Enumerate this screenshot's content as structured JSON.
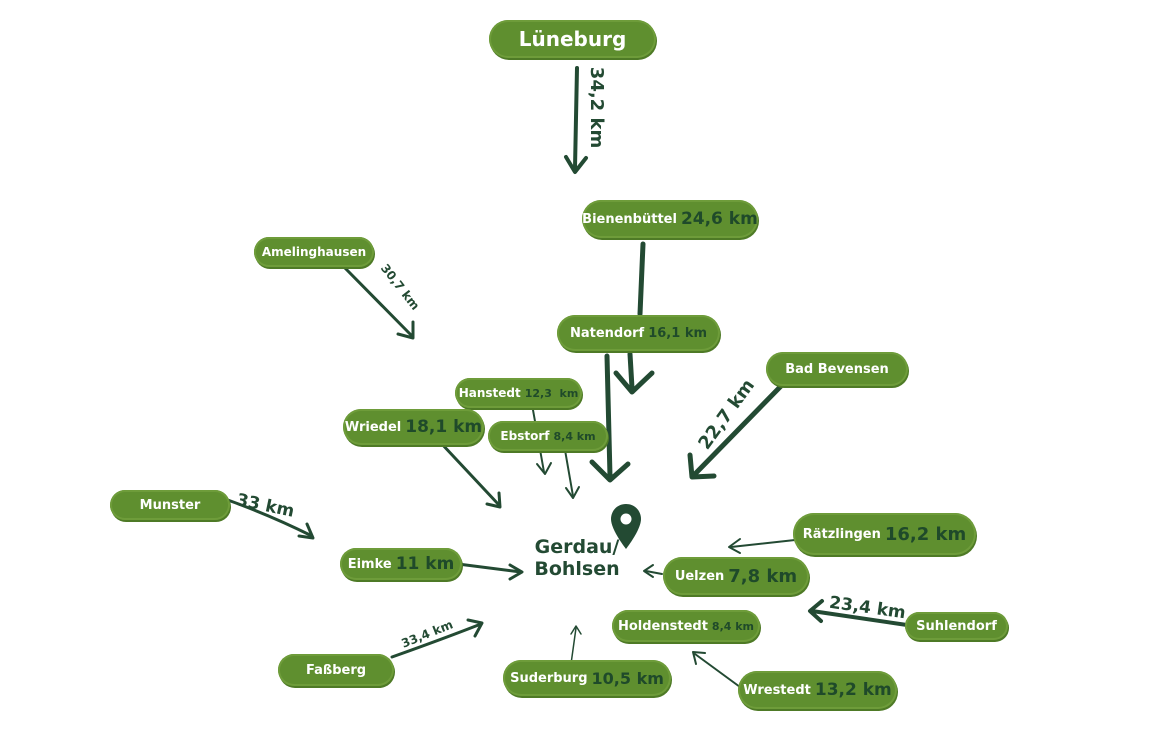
{
  "destination": {
    "line1": "Gerdau/",
    "line2": "Bohlsen",
    "icon": "map-pin-icon"
  },
  "places": {
    "lueneburg": {
      "name": "Lüneburg",
      "distance": "34,2 km"
    },
    "bienenbuettel": {
      "name": "Bienenbüttel",
      "distance": "24,6 km"
    },
    "amelinghausen": {
      "name": "Amelinghausen",
      "distance": "30,7 km"
    },
    "natendorf": {
      "name": "Natendorf",
      "distance": "16,1 km"
    },
    "bad_bevensen": {
      "name": "Bad Bevensen",
      "distance": "22,7 km"
    },
    "hanstedt": {
      "name": "Hanstedt",
      "distance": "12,3  km"
    },
    "wriedel": {
      "name": "Wriedel",
      "distance": "18,1 km"
    },
    "ebstorf": {
      "name": "Ebstorf",
      "distance": "8,4 km"
    },
    "munster": {
      "name": "Munster",
      "distance": "33 km"
    },
    "eimke": {
      "name": "Eimke",
      "distance": "11 km"
    },
    "raetzlingen": {
      "name": "Rätzlingen",
      "distance": "16,2 km"
    },
    "uelzen": {
      "name": "Uelzen",
      "distance": "7,8 km"
    },
    "suhlendorf": {
      "name": "Suhlendorf",
      "distance": "23,4 km"
    },
    "holdenstedt": {
      "name": "Holdenstedt",
      "distance": "8,4 km"
    },
    "fassberg": {
      "name": "Faßberg",
      "distance": "33,4 km"
    },
    "suderburg": {
      "name": "Suderburg",
      "distance": "10,5 km"
    },
    "wrestedt": {
      "name": "Wrestedt",
      "distance": "13,2 km"
    }
  },
  "colors": {
    "pill": "#5f8f2f",
    "arrow": "#234a33",
    "label_text": "#ffffff"
  }
}
